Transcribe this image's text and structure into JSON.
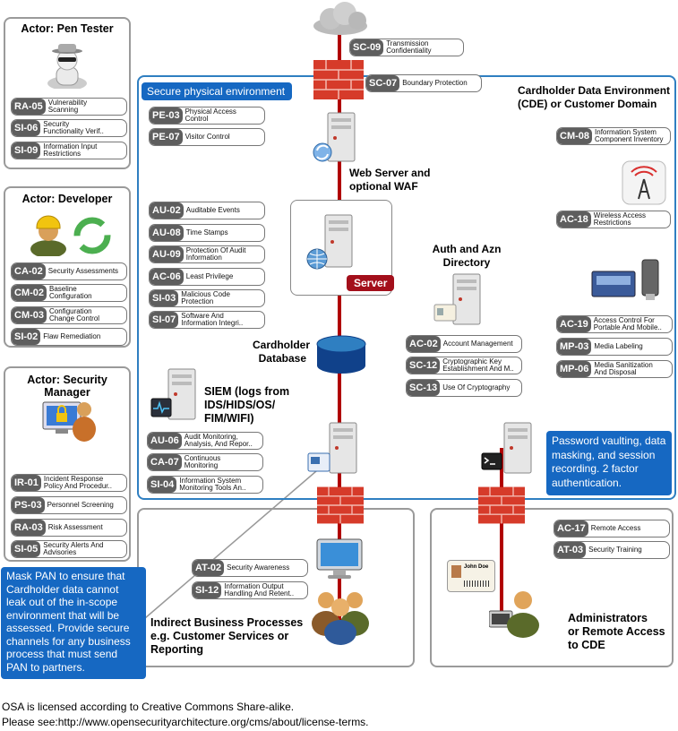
{
  "actors": {
    "pen_tester": "Actor: Pen Tester",
    "developer": "Actor: Developer",
    "security_manager": "Actor: Security Manager"
  },
  "controls": {
    "pen_tester": [
      {
        "code": "RA-05",
        "label": "Vulnerability\nScanning"
      },
      {
        "code": "SI-06",
        "label": "Security\nFunctionality Verif.."
      },
      {
        "code": "SI-09",
        "label": "Information Input\nRestrictions"
      }
    ],
    "developer": [
      {
        "code": "CA-02",
        "label": "Security Assessments"
      },
      {
        "code": "CM-02",
        "label": "Baseline\nConfiguration"
      },
      {
        "code": "CM-03",
        "label": "Configuration\nChange Control"
      },
      {
        "code": "SI-02",
        "label": "Flaw Remediation"
      }
    ],
    "security_manager": [
      {
        "code": "IR-01",
        "label": "Incident Response\nPolicy And Procedur.."
      },
      {
        "code": "PS-03",
        "label": "Personnel Screening"
      },
      {
        "code": "RA-03",
        "label": "Risk Assessment"
      },
      {
        "code": "SI-05",
        "label": "Security Alerts And\nAdvisories"
      }
    ],
    "top": [
      {
        "code": "SC-09",
        "label": "Transmission\nConfidentiality"
      },
      {
        "code": "SC-07",
        "label": "Boundary Protection"
      }
    ],
    "physical": [
      {
        "code": "PE-03",
        "label": "Physical Access\nControl"
      },
      {
        "code": "PE-07",
        "label": "Visitor Control"
      }
    ],
    "audit": [
      {
        "code": "AU-02",
        "label": "Auditable Events"
      },
      {
        "code": "AU-08",
        "label": "Time Stamps"
      },
      {
        "code": "AU-09",
        "label": "Protection Of Audit\nInformation"
      },
      {
        "code": "AC-06",
        "label": "Least Privilege"
      },
      {
        "code": "SI-03",
        "label": "Malicious Code\nProtection"
      },
      {
        "code": "SI-07",
        "label": "Software And\nInformation Integri.."
      }
    ],
    "siem": [
      {
        "code": "AU-06",
        "label": "Audit Monitoring,\nAnalysis, And Repor.."
      },
      {
        "code": "CA-07",
        "label": "Continuous\nMonitoring"
      },
      {
        "code": "SI-04",
        "label": "Information System\nMonitoring Tools An.."
      }
    ],
    "directory": [
      {
        "code": "AC-02",
        "label": "Account Management"
      },
      {
        "code": "SC-12",
        "label": "Cryptographic Key\nEstablishment And M.."
      },
      {
        "code": "SC-13",
        "label": "Use Of Cryptography"
      }
    ],
    "cde_right": [
      {
        "code": "CM-08",
        "label": "Information System\nComponent Inventory"
      },
      {
        "code": "AC-18",
        "label": "Wireless Access\nRestrictions"
      },
      {
        "code": "AC-19",
        "label": "Access Control For\nPortable And Mobile.."
      },
      {
        "code": "MP-03",
        "label": "Media Labeling"
      },
      {
        "code": "MP-06",
        "label": "Media Sanitization\nAnd Disposal"
      }
    ],
    "indirect": [
      {
        "code": "AT-02",
        "label": "Security Awareness"
      },
      {
        "code": "SI-12",
        "label": "Information Output\nHandling And Retent.."
      }
    ],
    "admin": [
      {
        "code": "AC-17",
        "label": "Remote Access"
      },
      {
        "code": "AT-03",
        "label": "Security Training"
      }
    ]
  },
  "labels": {
    "secure_physical": "Secure physical environment",
    "cde_title": "Cardholder Data Environment\n(CDE) or Customer Domain",
    "web_server": "Web Server and\noptional WAF",
    "server_badge": "Server",
    "auth_dir": "Auth and Azn\nDirectory",
    "cardholder_db": "Cardholder\nDatabase",
    "siem": "SIEM (logs from\nIDS/HIDS/OS/\nFIM/WIFI)",
    "indirect": "Indirect Business Processes\ne.g. Customer Services or\nReporting",
    "admins": "Administrators\nor Remote Access\nto CDE",
    "id_card_name": "John Doe"
  },
  "callouts": {
    "password": "Password vaulting, data masking, and session recording. 2 factor authentication.",
    "mask_pan": "Mask PAN to ensure that Cardholder data cannot leak out of the in-scope environment that will be assessed. Provide secure channels for any business process that must send PAN to partners."
  },
  "footer": {
    "line1": "OSA is licensed according to Creative Commons Share-alike.",
    "line2": "Please see:http://www.opensecurityarchitecture.org/cms/about/license-terms."
  },
  "colors": {
    "accent_blue": "#1668c2",
    "cde_border": "#2f7fc1",
    "pipe_red": "#b00000",
    "firewall_red": "#d63b2a",
    "code_gray": "#5e5e5e"
  },
  "icons": [
    "cloud-icon",
    "firewall-icon",
    "server-icon",
    "database-icon",
    "spy-icon",
    "worker-icon",
    "cycle-icon",
    "lock-screen-icon",
    "user-icon",
    "wireless-icon",
    "tape-icon",
    "usb-icon",
    "monitor-icon",
    "terminal-icon",
    "id-card-icon",
    "group-icon",
    "globe-icon",
    "refresh-icon",
    "pulse-icon"
  ]
}
